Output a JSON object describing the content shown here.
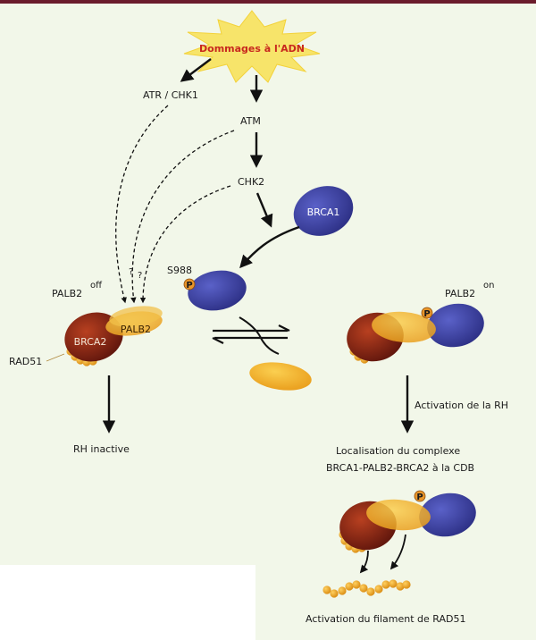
{
  "colors": {
    "background": "#f2f7e9",
    "top_bar": "#6b1c2c",
    "brca1": "#3a3f9e",
    "brca2": "#8a2416",
    "palb2": "#f0b02a",
    "rad51": "#f0a820",
    "phospho": "#e8952a",
    "dna": "#2e8b3a",
    "burst": "#f7e46a",
    "burst_text": "#c8281e"
  },
  "burst": {
    "label": "Dommages à l'ADN"
  },
  "pathway": {
    "atr_chk1": "ATR / CHK1",
    "atm": "ATM",
    "chk2": "CHK2",
    "question_marks": [
      "?",
      "?"
    ]
  },
  "brca1": {
    "label": "BRCA1"
  },
  "s988": {
    "label": "S988",
    "p": "P"
  },
  "left_complex": {
    "palb2_off": "PALB2",
    "palb2_off_sup": "off",
    "palb2": "PALB2",
    "brca2": "BRCA2",
    "rad51": "RAD51",
    "outcome": "RH inactive"
  },
  "right_complex": {
    "palb2_on": "PALB2",
    "palb2_on_sup": "on",
    "p": "P",
    "activation": "Activation de la RH",
    "localisation_line1": "Localisation du complexe",
    "localisation_line2": "BRCA1-PALB2-BRCA2 à la CDB"
  },
  "bottom": {
    "p": "P",
    "caption": "Activation du filament de RAD51"
  },
  "icons": [
    "burst-icon",
    "equilibrium-arrows-icon",
    "phospho-icon"
  ]
}
